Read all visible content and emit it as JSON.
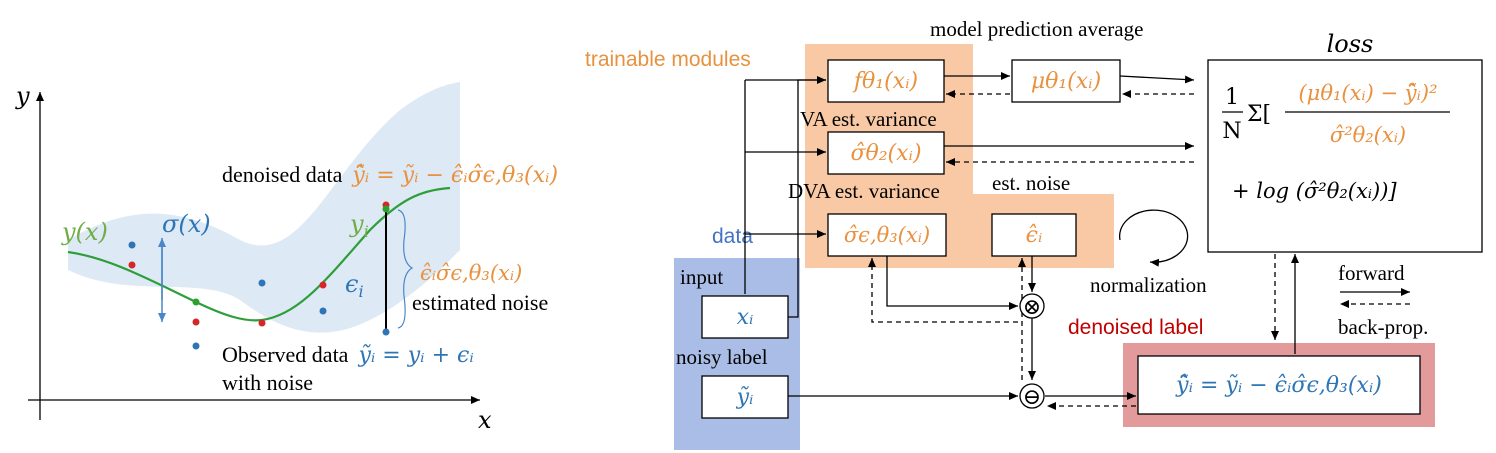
{
  "colors": {
    "orange_region": "#f8c9a4",
    "blue_region": "#a9bde6",
    "red_region": "#e39a9a",
    "band": "#dde9f5",
    "curve": "#2e9e3a",
    "point_red": "#d62728",
    "point_blue": "#2e75b6",
    "point_green": "#2ca02c"
  },
  "left_plot": {
    "axis_y": "y",
    "axis_x": "x",
    "curve_label": "y(x)",
    "sigma_label": "σ(x)",
    "yi_label": "y",
    "yi_sub": "i",
    "eps_label": "ϵ",
    "eps_sub": "i",
    "denoised_text": "denoised data",
    "denoised_eq": "ŷ̃ᵢ = ỹᵢ − ϵ̂ᵢσ̂ϵ,θ₃(xᵢ)",
    "noise_term": "ϵ̂ᵢσ̂ϵ,θ₃(xᵢ)",
    "estimated_noise": "estimated noise",
    "observed_text": "Observed data",
    "observed_eq": "ỹᵢ = yᵢ + ϵᵢ",
    "with_noise": "with noise"
  },
  "right_diagram": {
    "trainable_modules": "trainable modules",
    "model_prediction_average": "model prediction average",
    "loss_title": "loss",
    "va_est_variance": "VA est. variance",
    "dva_est_variance": "DVA est. variance",
    "est_noise": "est. noise",
    "data_label": "data",
    "input_label": "input",
    "noisy_label": "noisy label",
    "normalization": "normalization",
    "denoised_label": "denoised label",
    "forward": "forward",
    "backprop": "back-prop.",
    "box_f": "fθ₁(xᵢ)",
    "box_mu": "μθ₁(xᵢ)",
    "box_sigma2": "σ̂θ₂(xᵢ)",
    "box_sigma3": "σ̂ϵ,θ₃(xᵢ)",
    "box_eps": "ϵ̂ᵢ",
    "box_xi": "xᵢ",
    "box_yi": "ỹᵢ",
    "box_denoised": "ŷ̃ᵢ = ỹᵢ − ϵ̂ᵢσ̂ϵ,θ₃(xᵢ)",
    "loss_frac_one": "1",
    "loss_frac_n": "N",
    "loss_sum": "Σ[",
    "loss_numerator": "(μθ₁(xᵢ) − ŷ̃ᵢ)²",
    "loss_denominator": "σ̂²θ₂(xᵢ)",
    "loss_log": "+ log (σ̂²θ₂(xᵢ))]",
    "otimes": "⊗",
    "ominus": "⊖"
  }
}
